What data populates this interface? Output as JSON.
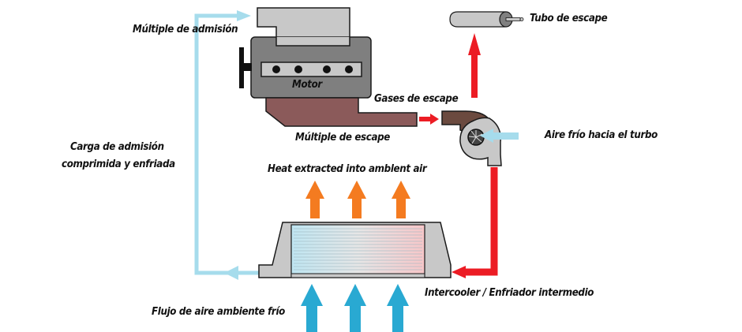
{
  "title": "Sistema de turbo con intercooler",
  "labels": {
    "intake_manifold": "Múltiple de admisión",
    "engine": "Motor",
    "exhaust_gases": "Gases de escape",
    "exhaust_manifold": "Múltiple de escape",
    "tailpipe": "Tubo de escape",
    "cold_air_turbo": "Aire frío hacia el turbo",
    "charge_line1": "Carga de admisión",
    "charge_line2": "comprimida y enfriada",
    "heat_extracted": "Heat extracted into amblent air",
    "intercooler": "Intercooler / Enfriador intermedio",
    "ambient_flow": "Flujo de aire ambiente frío"
  },
  "colors": {
    "cold_air": "#a6dcec",
    "ambient_air": "#29a9d2",
    "hot_exhaust": "#ec1c24",
    "heat": "#f47b20",
    "engine_body": "#7f7f7f",
    "manifold_light": "#c8c8c8",
    "exhaust_manifold": "#8b5a5a",
    "turbo_housing": "#6b4a3f"
  }
}
